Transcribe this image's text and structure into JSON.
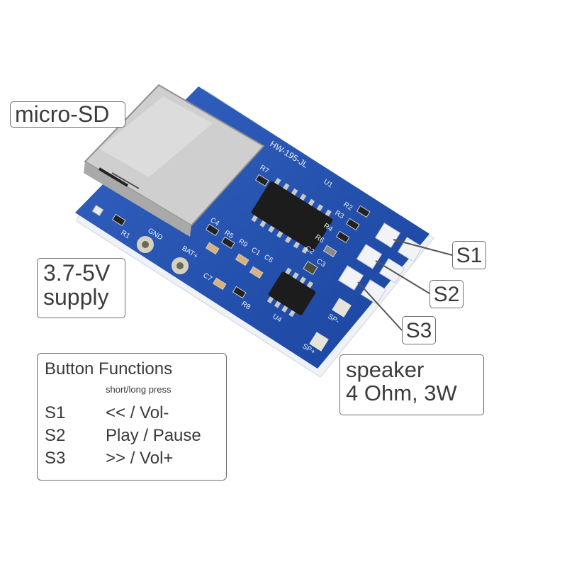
{
  "labels": {
    "micro_sd": "micro-SD",
    "supply_line1": "3.7-5V",
    "supply_line2": "supply",
    "speaker_line1": "speaker",
    "speaker_line2": "4 Ohm, 3W",
    "s1": "S1",
    "s2": "S2",
    "s3": "S3"
  },
  "button_functions": {
    "title": "Button Functions",
    "subtitle": "short/long press",
    "rows": [
      {
        "key": "S1",
        "action": "<< / Vol-"
      },
      {
        "key": "S2",
        "action": "Play / Pause"
      },
      {
        "key": "S3",
        "action": ">> / Vol+"
      }
    ]
  },
  "board": {
    "silkscreen": "HW-195-JL",
    "markings": [
      "GND",
      "BAT+",
      "SP-",
      "SP+",
      "U1",
      "U4",
      "R7",
      "C4",
      "R5",
      "R9",
      "C6",
      "C1",
      "C7",
      "R8",
      "R2",
      "R3",
      "R4",
      "R6",
      "C2",
      "C3",
      "R1"
    ]
  },
  "colors": {
    "pcb": "#1f4fb0",
    "pcb_edge": "#e9eef6",
    "pad": "#eef2f8",
    "chip": "#1c1c1c",
    "sd_metal": "#cfcfcf"
  }
}
